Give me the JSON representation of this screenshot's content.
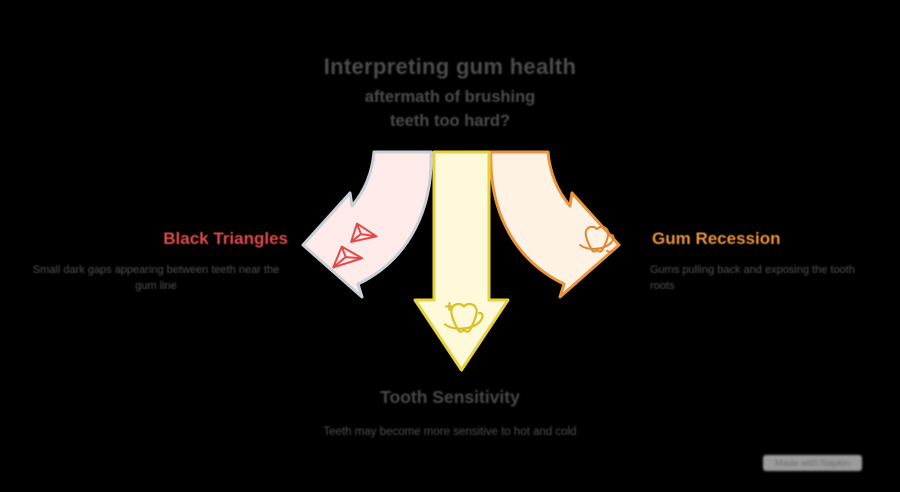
{
  "title": {
    "line1": "Interpreting gum health",
    "line2": "aftermath of brushing",
    "line3": "teeth too hard?"
  },
  "branches": {
    "left": {
      "label": "Black Triangles",
      "description": "Small dark gaps appearing between teeth near the gum line",
      "label_color": "#e04a4a",
      "arrow_fill": "#fcebe9",
      "arrow_stroke": "#c9cfd6",
      "icon": "black-triangles-icon"
    },
    "center": {
      "label": "Tooth Sensitivity",
      "caption": "Teeth may become more sensitive to hot and cold",
      "arrow_fill": "#fdf9d9",
      "arrow_stroke": "#e6d23f",
      "icon": "tooth-sparkle-icon"
    },
    "right": {
      "label": "Gum Recession",
      "description": "Gums pulling back and exposing the tooth roots",
      "label_color": "#e8913c",
      "arrow_fill": "#fdf2e3",
      "arrow_stroke": "#e9953d",
      "icon": "tooth-gum-icon"
    }
  },
  "colors": {
    "background": "#000000",
    "title_text": "#4a4a4a",
    "body_text": "#4f4f4f"
  },
  "watermark": {
    "label": "Made with Napkin"
  }
}
